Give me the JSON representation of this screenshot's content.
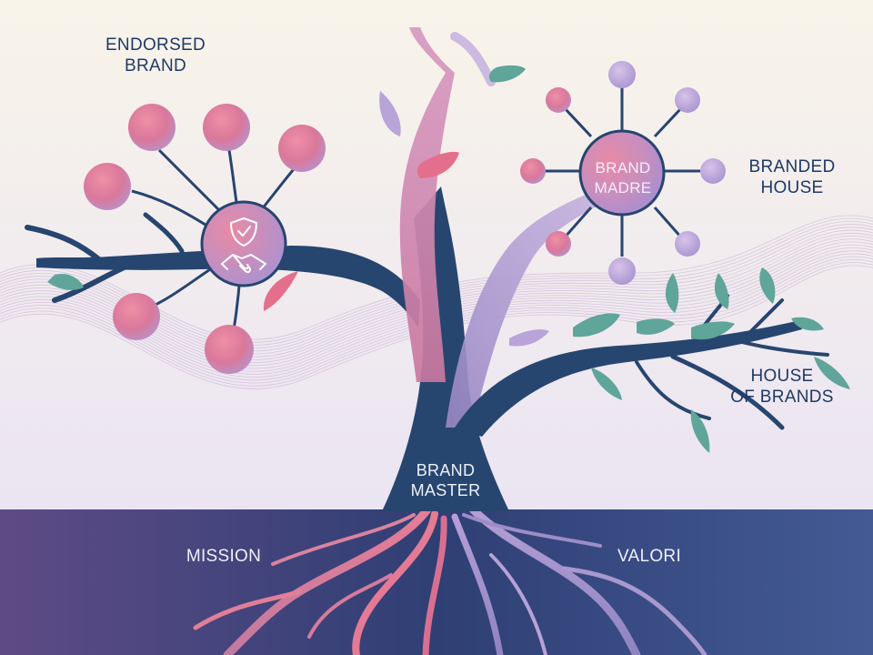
{
  "labels": {
    "endorsed_brand": [
      "ENDORSED",
      "BRAND"
    ],
    "branded_house": [
      "BRANDED",
      "HOUSE"
    ],
    "house_of_brands": [
      "HOUSE",
      "OF BRANDS"
    ],
    "brand_madre": [
      "BRAND",
      "MADRE"
    ],
    "brand_master": [
      "BRAND",
      "MASTER"
    ],
    "mission": "MISSION",
    "valori": "VALORI"
  },
  "icons": {
    "endorsed_badge": "shield-check-handshake-icon"
  },
  "colors": {
    "sky_top": "#f7f3ea",
    "sky_bottom": "#ece6f4",
    "ground_left": "#584a86",
    "ground_right": "#3f5690",
    "trunk": "#26456f",
    "pink": "#e46f8c",
    "lavender": "#b39ed6",
    "leaf_teal": "#5fa59a",
    "label": "#1f3a66"
  }
}
